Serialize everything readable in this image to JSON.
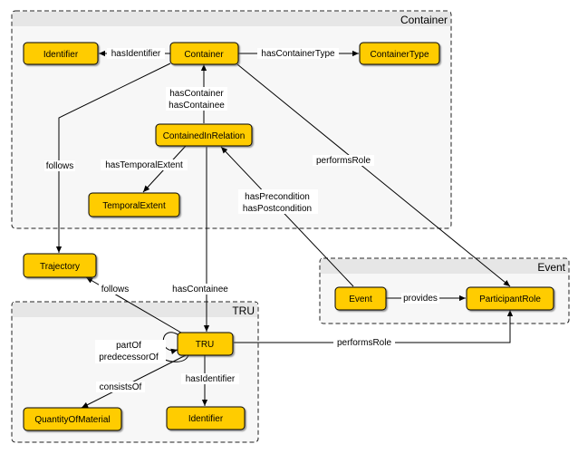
{
  "groups": {
    "container": "Container",
    "event": "Event",
    "tru": "TRU"
  },
  "nodes": {
    "identifier_top": "Identifier",
    "container": "Container",
    "container_type": "ContainerType",
    "contained_in_relation": "ContainedInRelation",
    "temporal_extent": "TemporalExtent",
    "trajectory": "Trajectory",
    "event": "Event",
    "participant_role": "ParticipantRole",
    "tru": "TRU",
    "quantity_of_material": "QuantityOfMaterial",
    "identifier_bottom": "Identifier"
  },
  "edges": {
    "has_identifier_top": "hasIdentifier",
    "has_container_type": "hasContainerType",
    "has_container": "hasContainer",
    "has_containee_top": "hasContainee",
    "follows_container": "follows",
    "has_temporal_extent": "hasTemporalExtent",
    "performs_role_container": "performsRole",
    "has_precondition": "hasPrecondition",
    "has_postcondition": "hasPostcondition",
    "follows_tru": "follows",
    "has_containee_bottom": "hasContainee",
    "provides": "provides",
    "part_of": "partOf",
    "predecessor_of": "predecessorOf",
    "performs_role_tru": "performsRole",
    "consists_of": "consistsOf",
    "has_identifier_bottom": "hasIdentifier"
  },
  "colors": {
    "node_fill": "#FFCC00",
    "group_fill": "#f7f7f7",
    "group_header": "#e6e6e6"
  }
}
